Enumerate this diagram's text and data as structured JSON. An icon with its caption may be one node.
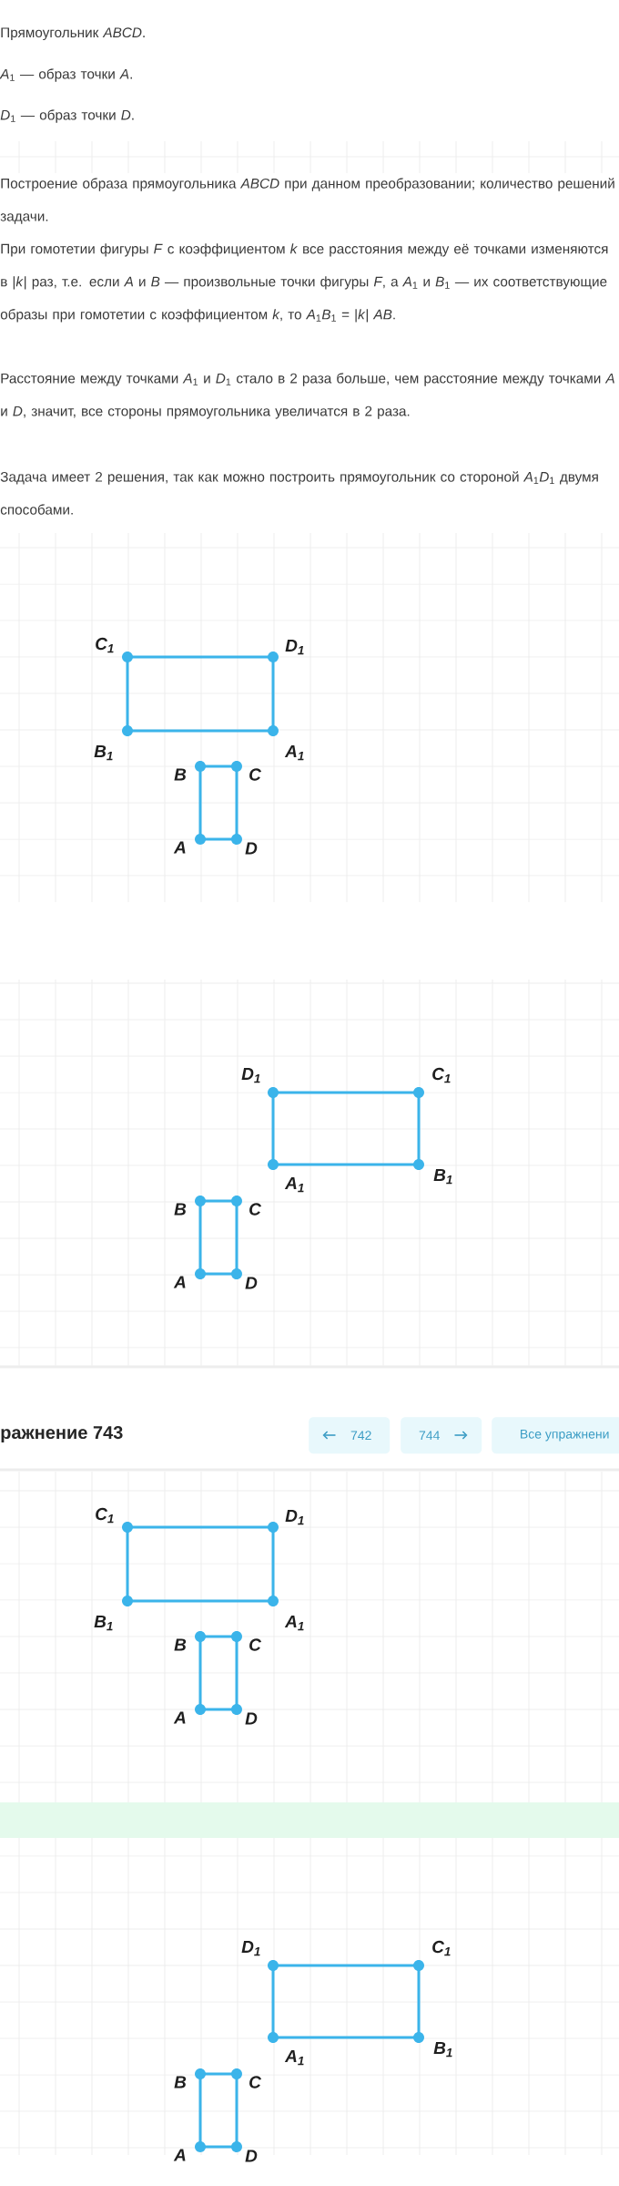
{
  "diagram": {
    "nodes": [
      {
        "text": [],
        "shape": "circle",
        "beside": [
          "C$_{1}$"
        ]
      },
      {
        "text": [],
        "shape": "circle",
        "beside": [
          "D$_{1}$"
        ]
      },
      {
        "text": [],
        "shape": "circle",
        "beside": [
          "B$_{1}$"
        ]
      },
      {
        "text": [],
        "shape": "circle",
        "beside": [
          "A$_{1}$"
        ]
      },
      {
        "text": [],
        "shape": "circle",
        "beside": [
          "B"
        ]
      },
      {
        "text": [],
        "shape": "circle",
        "beside": [
          "C"
        ]
      },
      {
        "text": [],
        "shape": "circle",
        "beside": [
          "A"
        ]
      },
      {
        "text": [],
        "shape": "circle",
        "beside": [
          "D"
        ]
      },
      {
        "text": [],
        "shape": "circle",
        "beside": [
          "D$_{1}$"
        ]
      },
      {
        "text": [],
        "shape": "circle",
        "beside": [
          "C$_{1}$"
        ]
      },
      {
        "text": [],
        "shape": "circle",
        "beside": [
          "A$_{1}$"
        ]
      },
      {
        "text": [],
        "shape": "circle",
        "beside": [
          "B$_{1}$"
        ]
      },
      {
        "text": [],
        "shape": "circle",
        "beside": [
          "B"
        ]
      },
      {
        "text": [],
        "shape": "circle",
        "beside": [
          "C"
        ]
      },
      {
        "text": [],
        "shape": "circle",
        "beside": [
          "A"
        ]
      },
      {
        "text": [],
        "shape": "circle",
        "beside": [
          "D"
        ]
      },
      {
        "text": [
          "742"
        ]
      },
      {
        "text": [
          "744"
        ]
      },
      {
        "text": [
          "Все упражнени"
        ]
      },
      {
        "text": [],
        "shape": "circle",
        "beside": [
          "C$_{1}$"
        ]
      },
      {
        "text": [],
        "shape": "circle",
        "beside": [
          "D$_{1}$"
        ]
      },
      {
        "text": [],
        "shape": "circle",
        "beside": [
          "B$_{1}$"
        ]
      },
      {
        "text": [],
        "shape": "circle",
        "beside": [
          "A$_{1}$"
        ]
      },
      {
        "text": [],
        "shape": "circle",
        "beside": [
          "B"
        ]
      },
      {
        "text": [],
        "shape": "circle",
        "beside": [
          "C"
        ]
      },
      {
        "text": [],
        "shape": "circle",
        "beside": [
          "A"
        ]
      },
      {
        "text": [],
        "shape": "circle",
        "beside": [
          "D"
        ]
      },
      {
        "text": [],
        "shape": "circle",
        "beside": [
          "D$_{1}$"
        ]
      },
      {
        "text": [],
        "shape": "circle",
        "beside": [
          "C$_{1}$"
        ]
      },
      {
        "text": [],
        "shape": "circle",
        "beside": [
          "A$_{1}$"
        ]
      },
      {
        "text": [],
        "shape": "circle",
        "beside": [
          "B$_{1}$"
        ]
      },
      {
        "text": [],
        "shape": "circle",
        "beside": [
          "B"
        ]
      },
      {
        "text": [],
        "shape": "circle",
        "beside": [
          "C"
        ]
      },
      {
        "text": [],
        "shape": "circle",
        "beside": [
          "A"
        ]
      },
      {
        "text": [],
        "shape": "circle",
        "beside": [
          "D"
        ]
      }
    ],
    "edges": [
      {
        "from": 0,
        "to": 1,
        "arrow": "none"
      },
      {
        "from": 1,
        "to": 3,
        "arrow": "none"
      },
      {
        "from": 3,
        "to": 2,
        "arrow": "none"
      },
      {
        "from": 2,
        "to": 0,
        "arrow": "none"
      },
      {
        "from": 4,
        "to": 5,
        "arrow": "none"
      },
      {
        "from": 5,
        "to": 7,
        "arrow": "none"
      },
      {
        "from": 7,
        "to": 6,
        "arrow": "none"
      },
      {
        "from": 6,
        "to": 4,
        "arrow": "none"
      },
      {
        "from": 8,
        "to": 9,
        "arrow": "none"
      },
      {
        "from": 9,
        "to": 11,
        "arrow": "none"
      },
      {
        "from": 11,
        "to": 10,
        "arrow": "none"
      },
      {
        "from": 10,
        "to": 8,
        "arrow": "none"
      },
      {
        "from": 12,
        "to": 13,
        "arrow": "none"
      },
      {
        "from": 13,
        "to": 15,
        "arrow": "none"
      },
      {
        "from": 15,
        "to": 14,
        "arrow": "none"
      },
      {
        "from": 14,
        "to": 12,
        "arrow": "none"
      },
      {
        "from": 19,
        "to": 20,
        "arrow": "none"
      },
      {
        "from": 20,
        "to": 22,
        "arrow": "none"
      },
      {
        "from": 22,
        "to": 21,
        "arrow": "none"
      },
      {
        "from": 21,
        "to": 19,
        "arrow": "none"
      },
      {
        "from": 23,
        "to": 24,
        "arrow": "none"
      },
      {
        "from": 24,
        "to": 26,
        "arrow": "none"
      },
      {
        "from": 26,
        "to": 25,
        "arrow": "none"
      },
      {
        "from": 25,
        "to": 23,
        "arrow": "none"
      },
      {
        "from": 27,
        "to": 28,
        "arrow": "none"
      },
      {
        "from": 28,
        "to": 30,
        "arrow": "none"
      },
      {
        "from": 30,
        "to": 29,
        "arrow": "none"
      },
      {
        "from": 29,
        "to": 27,
        "arrow": "none"
      },
      {
        "from": 31,
        "to": 32,
        "arrow": "none"
      },
      {
        "from": 32,
        "to": 34,
        "arrow": "none"
      },
      {
        "from": 34,
        "to": 33,
        "arrow": "none"
      },
      {
        "from": 33,
        "to": 31,
        "arrow": "none"
      }
    ],
    "labels": [
      "Прямоугольник *ABCD*.",
      "*A*$_{1}$ — образ точки *A*.",
      "*D*$_{1}$ — образ точки *D*.",
      "Построение образа прямоугольника *ABCD* при данном преобразовании; количество решений задачи.",
      "При гомотетии фигуры *F* с коэффициентом *k* все расстояния между её точками изменяются в |*k*| раз, т.е. если *A* и *B* — произвольные точки фигуры *F*, а *A*$_{1}$ и *B*$_{1}$ — их соответствующие образы при гомотетии с коэффициентом *k*, то *A*$_{1}$*B*$_{1}$ = |*k*| *AB*.",
      "Расстояние между точками *A*$_{1}$ и *D*$_{1}$ стало в 2 раза больше, чем расстояние между точками *A* и *D*, значит, все стороны прямоугольника увеличатся в 2 раза.",
      "Задача имеет 2 решения, так как можно построить прямоугольник со стороной *A*$_{1}$*D*$_{1}$ двумя способами.",
      "ражнение 743"
    ]
  }
}
